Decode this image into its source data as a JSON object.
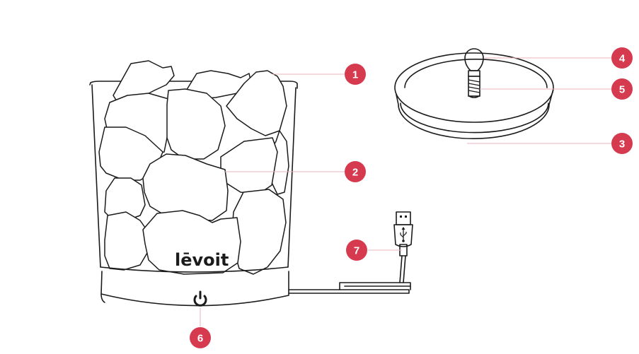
{
  "brand": {
    "logo_text": "lēvoit"
  },
  "colors": {
    "callout": "#d63a4f",
    "outline": "#1b1b1b",
    "leader": "#e8b4bd"
  },
  "callouts": [
    {
      "num": "1",
      "label": ""
    },
    {
      "num": "2",
      "label": ""
    },
    {
      "num": "3",
      "label": ""
    },
    {
      "num": "4",
      "label": ""
    },
    {
      "num": "5",
      "label": ""
    },
    {
      "num": "6",
      "label": ""
    },
    {
      "num": "7",
      "label": ""
    }
  ],
  "icons": {
    "power": "power-icon",
    "usb": "usb-icon"
  }
}
